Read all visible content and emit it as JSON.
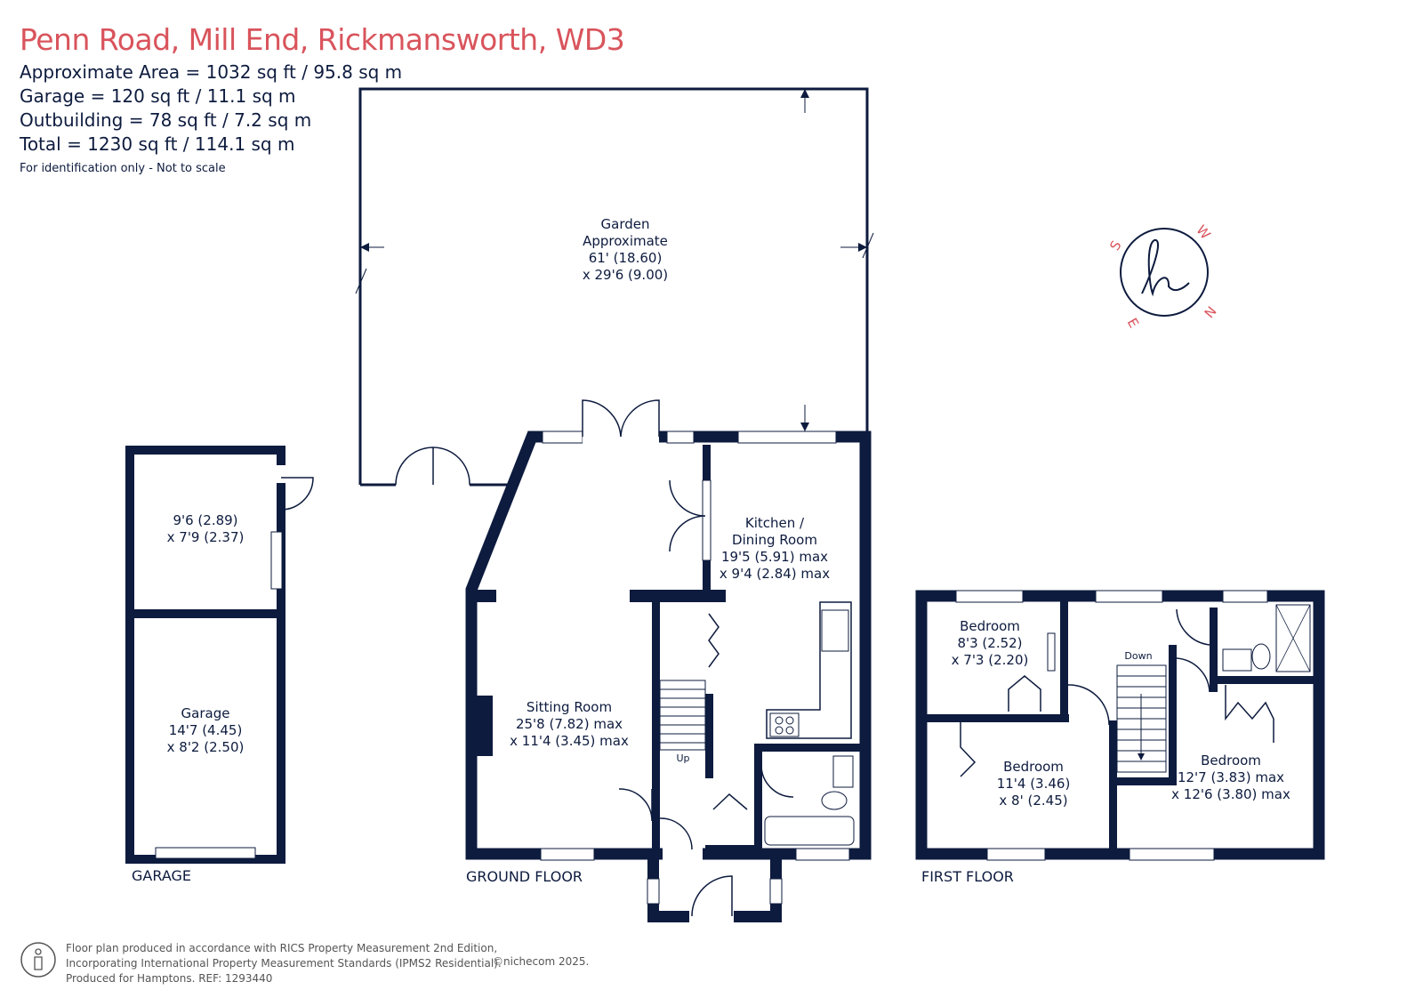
{
  "header": {
    "title": "Penn Road, Mill End, Rickmansworth, WD3",
    "areas": [
      "Approximate Area = 1032 sq ft / 95.8 sq m",
      "Garage = 120 sq ft / 11.1 sq m",
      "Outbuilding = 78 sq ft / 7.2 sq m",
      "Total = 1230 sq ft / 114.1 sq m"
    ],
    "disclaimer": "For identification only - Not to scale"
  },
  "rooms": {
    "garden": [
      "Garden",
      "Approximate",
      "61' (18.60)",
      "x 29'6 (9.00)"
    ],
    "outbuilding": [
      "9'6 (2.89)",
      "x 7'9 (2.37)"
    ],
    "garage": [
      "Garage",
      "14'7 (4.45)",
      "x 8'2 (2.50)"
    ],
    "kitchen": [
      "Kitchen /",
      "Dining Room",
      "19'5 (5.91) max",
      "x 9'4 (2.84) max"
    ],
    "sitting": [
      "Sitting Room",
      "25'8 (7.82) max",
      "x 11'4 (3.45) max"
    ],
    "bedroom1": [
      "Bedroom",
      "8'3 (2.52)",
      "x 7'3 (2.20)"
    ],
    "bedroom2": [
      "Bedroom",
      "11'4 (3.46)",
      "x 8' (2.45)"
    ],
    "bedroom3": [
      "Bedroom",
      "12'7 (3.83) max",
      "x 12'6 (3.80) max"
    ]
  },
  "stairs": {
    "up": "Up",
    "down": "Down"
  },
  "floors": {
    "garage": "GARAGE",
    "ground": "GROUND FLOOR",
    "first": "FIRST FLOOR"
  },
  "compass": {
    "s": "S",
    "w": "W",
    "n": "N",
    "e": "E"
  },
  "footer": {
    "lines": [
      "Floor plan produced in accordance with RICS Property Measurement 2nd Edition,",
      "Incorporating International Property Measurement Standards (IPMS2 Residential).",
      "Produced for Hamptons.   REF: 1293440"
    ],
    "copyright": "©nichecom 2025."
  },
  "colors": {
    "wall": "#0d1b3e",
    "accent": "#d9545c",
    "text": "#0d1b3e"
  }
}
